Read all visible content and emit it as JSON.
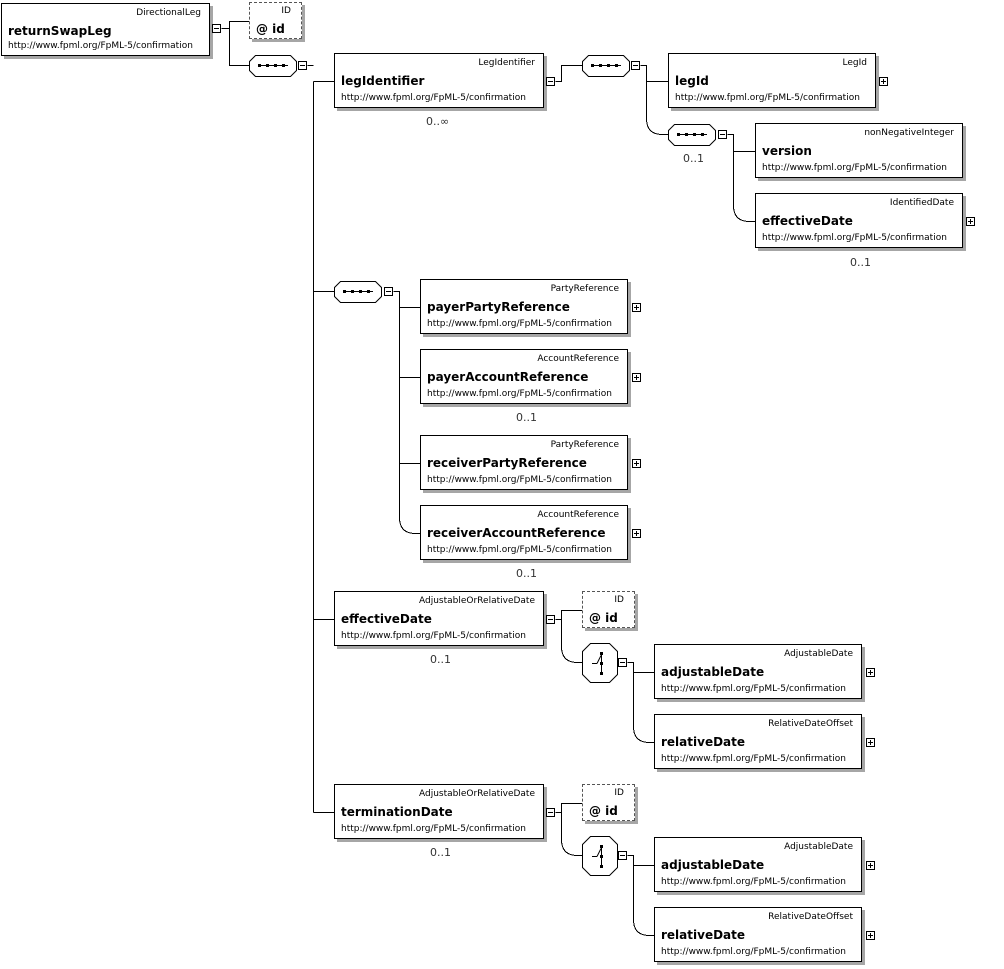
{
  "root": {
    "type": "DirectionalLeg",
    "name": "returnSwapLeg",
    "ns": "http://www.fpml.org/FpML-5/confirmation"
  },
  "root_attr": {
    "type": "ID",
    "name": "@ id"
  },
  "legIdentifier": {
    "type": "LegIdentifier",
    "name": "legIdentifier",
    "ns": "http://www.fpml.org/FpML-5/confirmation",
    "card": "0..∞"
  },
  "legId": {
    "type": "LegId",
    "name": "legId",
    "ns": "http://www.fpml.org/FpML-5/confirmation"
  },
  "inner_seq_card": "0..1",
  "version": {
    "type": "nonNegativeInteger",
    "name": "version",
    "ns": "http://www.fpml.org/FpML-5/confirmation"
  },
  "effectiveDate_leg": {
    "type": "IdentifiedDate",
    "name": "effectiveDate",
    "ns": "http://www.fpml.org/FpML-5/confirmation",
    "card": "0..1"
  },
  "payerPartyReference": {
    "type": "PartyReference",
    "name": "payerPartyReference",
    "ns": "http://www.fpml.org/FpML-5/confirmation"
  },
  "payerAccountReference": {
    "type": "AccountReference",
    "name": "payerAccountReference",
    "ns": "http://www.fpml.org/FpML-5/confirmation",
    "card": "0..1"
  },
  "receiverPartyReference": {
    "type": "PartyReference",
    "name": "receiverPartyReference",
    "ns": "http://www.fpml.org/FpML-5/confirmation"
  },
  "receiverAccountReference": {
    "type": "AccountReference",
    "name": "receiverAccountReference",
    "ns": "http://www.fpml.org/FpML-5/confirmation",
    "card": "0..1"
  },
  "effectiveDate": {
    "type": "AdjustableOrRelativeDate",
    "name": "effectiveDate",
    "ns": "http://www.fpml.org/FpML-5/confirmation",
    "card": "0..1"
  },
  "effectiveDate_attr": {
    "type": "ID",
    "name": "@ id"
  },
  "effectiveDate_adjustable": {
    "type": "AdjustableDate",
    "name": "adjustableDate",
    "ns": "http://www.fpml.org/FpML-5/confirmation"
  },
  "effectiveDate_relative": {
    "type": "RelativeDateOffset",
    "name": "relativeDate",
    "ns": "http://www.fpml.org/FpML-5/confirmation"
  },
  "terminationDate": {
    "type": "AdjustableOrRelativeDate",
    "name": "terminationDate",
    "ns": "http://www.fpml.org/FpML-5/confirmation",
    "card": "0..1"
  },
  "terminationDate_attr": {
    "type": "ID",
    "name": "@ id"
  },
  "terminationDate_adjustable": {
    "type": "AdjustableDate",
    "name": "adjustableDate",
    "ns": "http://www.fpml.org/FpML-5/confirmation"
  },
  "terminationDate_relative": {
    "type": "RelativeDateOffset",
    "name": "relativeDate",
    "ns": "http://www.fpml.org/FpML-5/confirmation"
  },
  "icons": {
    "sequence": "sequence-compositor-icon",
    "choice": "choice-compositor-icon",
    "expand": "expand-icon",
    "collapse": "collapse-icon"
  }
}
